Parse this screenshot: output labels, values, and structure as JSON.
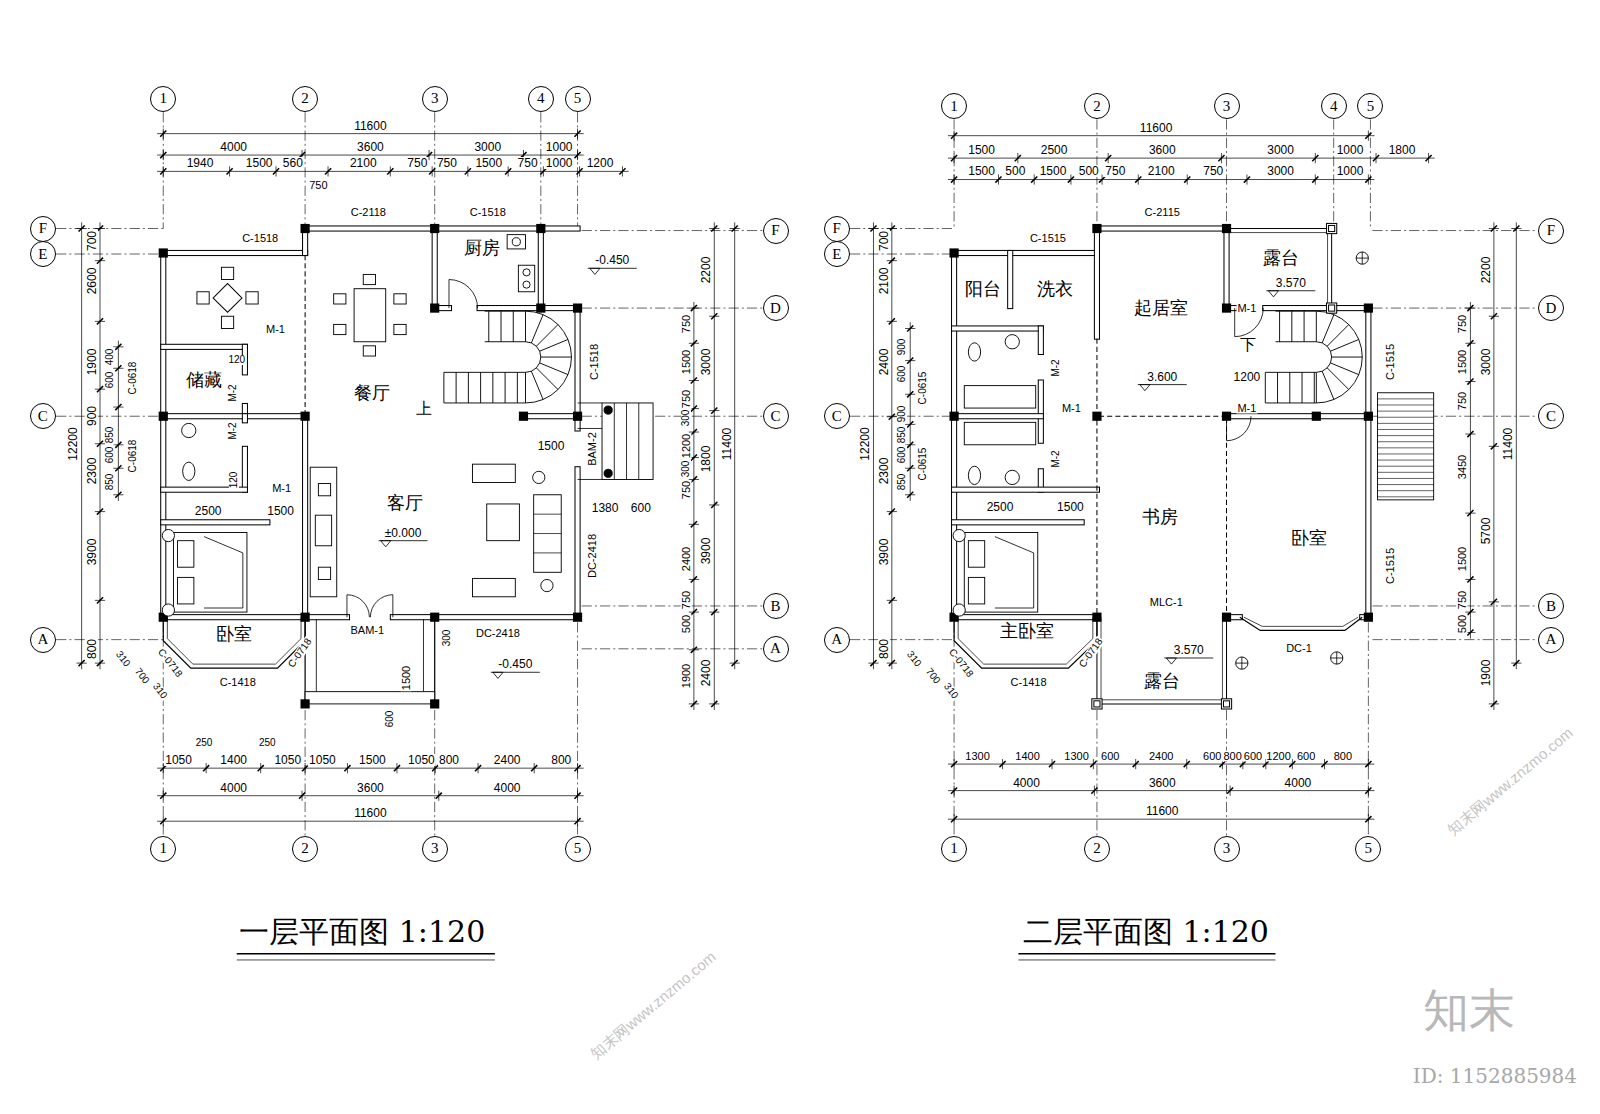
{
  "diagram": {
    "nodes": [
      {
        "text": [
          "1"
        ]
      },
      {
        "text": [
          "2"
        ]
      },
      {
        "text": [
          "3"
        ]
      },
      {
        "text": [
          "4"
        ]
      },
      {
        "text": [
          "5"
        ]
      },
      {
        "text": [
          "F"
        ]
      },
      {
        "text": [
          "E"
        ]
      },
      {
        "text": [
          "C"
        ]
      },
      {
        "text": [
          "A"
        ]
      },
      {
        "text": [
          "F"
        ]
      },
      {
        "text": [
          "D"
        ]
      },
      {
        "text": [
          "C"
        ]
      },
      {
        "text": [
          "B"
        ]
      },
      {
        "text": [
          "A"
        ]
      },
      {
        "text": [
          "1"
        ]
      },
      {
        "text": [
          "2"
        ]
      },
      {
        "text": [
          "3"
        ]
      },
      {
        "text": [
          "5"
        ]
      },
      {
        "text": [
          "1"
        ]
      },
      {
        "text": [
          "2"
        ]
      },
      {
        "text": [
          "3"
        ]
      },
      {
        "text": [
          "4"
        ]
      },
      {
        "text": [
          "5"
        ]
      },
      {
        "text": [
          "F"
        ]
      },
      {
        "text": [
          "E"
        ]
      },
      {
        "text": [
          "C"
        ]
      },
      {
        "text": [
          "A"
        ]
      },
      {
        "text": [
          "F"
        ]
      },
      {
        "text": [
          "D"
        ]
      },
      {
        "text": [
          "C"
        ]
      },
      {
        "text": [
          "B"
        ]
      },
      {
        "text": [
          "A"
        ]
      },
      {
        "text": [
          "1"
        ]
      },
      {
        "text": [
          "2"
        ]
      },
      {
        "text": [
          "3"
        ]
      },
      {
        "text": [
          "5"
        ]
      }
    ],
    "labels": [
      "11600",
      "4000",
      "3600",
      "3000",
      "1000",
      "1940",
      "1500",
      "560",
      "2100",
      "750",
      "750",
      "1500",
      "750",
      "1000",
      "1200",
      "750",
      "C-1518",
      "C-2118",
      "C-1518",
      "厨房",
      "-0.450",
      "储藏",
      "M-1",
      "120",
      "M-2",
      "M-2",
      "C-0618",
      "C-0618",
      "120",
      "M-1",
      "餐厅",
      "上",
      "C-1518",
      "1500",
      "BAM-2",
      "客厅",
      "±0.000",
      "1380",
      "600",
      "DC-2418",
      "2500",
      "1500",
      "卧室",
      "BAM-1",
      "DC-2418",
      "300",
      "-0.450",
      "1500",
      "600",
      "C-0718",
      "C-1418",
      "C-0718",
      "310",
      "700",
      "310",
      "12200",
      "700",
      "2600",
      "1900",
      "900",
      "2300",
      "3900",
      "800",
      "400",
      "600",
      "850",
      "600",
      "850",
      "2200",
      "750",
      "1500",
      "750",
      "300",
      "1200",
      "300",
      "750",
      "2400",
      "750",
      "500",
      "1900",
      "3000",
      "1800",
      "3900",
      "2400",
      "11400",
      "250",
      "250",
      "1050",
      "1400",
      "1050",
      "1050",
      "1500",
      "1050",
      "800",
      "2400",
      "800",
      "4000",
      "3600",
      "4000",
      "11600",
      "一层平面图 1:120",
      "11600",
      "1500",
      "2500",
      "3600",
      "3000",
      "1000",
      "1800",
      "1500",
      "500",
      "1500",
      "500",
      "750",
      "2100",
      "750",
      "3000",
      "1000",
      "C-1515",
      "C-2115",
      "露台",
      "3.570",
      "阳台",
      "洗衣",
      "起居室",
      "M-1",
      "下",
      "C-1515",
      "M-2",
      "3.600",
      "1200",
      "M-1",
      "M-1",
      "C-0615",
      "C-0615",
      "M-2",
      "2500",
      "1500",
      "书房",
      "卧室",
      "C-1515",
      "MLC-1",
      "主卧室",
      "DC-1",
      "3.570",
      "露台",
      "C-0718",
      "C-1418",
      "C-0718",
      "310",
      "700",
      "310",
      "12200",
      "700",
      "2100",
      "2400",
      "2300",
      "3900",
      "800",
      "900",
      "600",
      "900",
      "850",
      "600",
      "850",
      "750",
      "1500",
      "750",
      "3450",
      "1500",
      "750",
      "500",
      "2200",
      "3000",
      "5700",
      "1900",
      "11400",
      "1300",
      "1400",
      "1300",
      "600",
      "2400",
      "600",
      "800",
      "600",
      "1200",
      "600",
      "800",
      "4000",
      "3600",
      "4000",
      "11600",
      "二层平面图 1:120",
      "知末网www.znzmo.com",
      "知末网www.znzmo.com",
      "知末",
      "ID: 1152885984"
    ]
  }
}
